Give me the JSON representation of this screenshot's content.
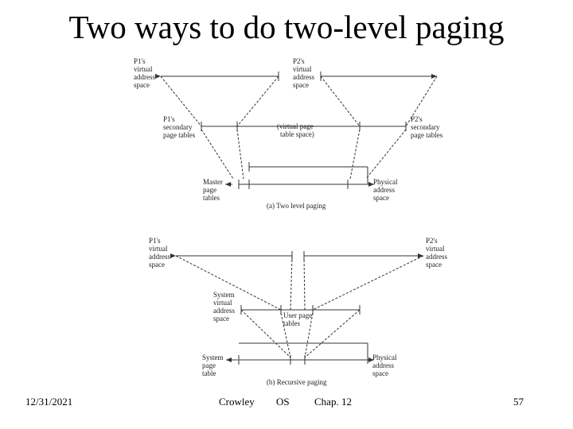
{
  "slide": {
    "title": "Two ways to do two-level paging",
    "footer": {
      "date": "12/31/2021",
      "author": "Crowley",
      "course": "OS",
      "chapter": "Chap. 12",
      "page": "57"
    }
  },
  "diagram_a": {
    "p1_virtual": [
      "P1's",
      "virtual",
      "address",
      "space"
    ],
    "p2_virtual": [
      "P2's",
      "virtual",
      "address",
      "space"
    ],
    "p1_secondary": [
      "P1's",
      "secondary",
      "page tables"
    ],
    "p2_secondary": [
      "P2's",
      "secondary",
      "page tables"
    ],
    "virtual_page_table_space": [
      "(virtual page",
      "table space)"
    ],
    "master": [
      "Master",
      "page",
      "tables"
    ],
    "physical": [
      "Physical",
      "address",
      "space"
    ],
    "caption": "(a) Two level paging"
  },
  "diagram_b": {
    "p1_virtual": [
      "P1's",
      "virtual",
      "address",
      "space"
    ],
    "p2_virtual": [
      "P2's",
      "virtual",
      "address",
      "space"
    ],
    "system_virtual": [
      "System",
      "virtual",
      "address",
      "space"
    ],
    "user_page_tables": [
      "User page",
      "tables"
    ],
    "system_page_table": [
      "System",
      "page",
      "table"
    ],
    "physical": [
      "Physical",
      "address",
      "space"
    ],
    "caption": "(b) Recursive paging"
  }
}
